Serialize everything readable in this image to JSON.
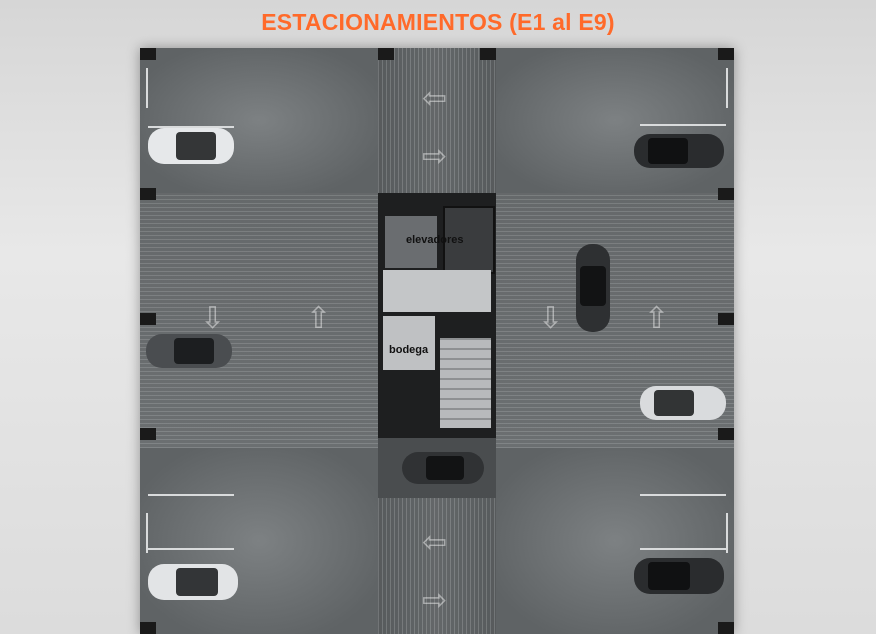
{
  "title": "ESTACIONAMIENTOS (E1 al E9)",
  "labels": {
    "elevators": "elevadores",
    "storage": "bodega"
  },
  "colors": {
    "title": "#ff6a2a",
    "floor": "#6e7274",
    "core": "#1e1f20",
    "car_white": "#e6e8ea",
    "car_black": "#2a2c2e"
  },
  "icons": [
    "arrow-left-icon",
    "arrow-right-icon",
    "arrow-up-icon",
    "arrow-down-icon"
  ]
}
